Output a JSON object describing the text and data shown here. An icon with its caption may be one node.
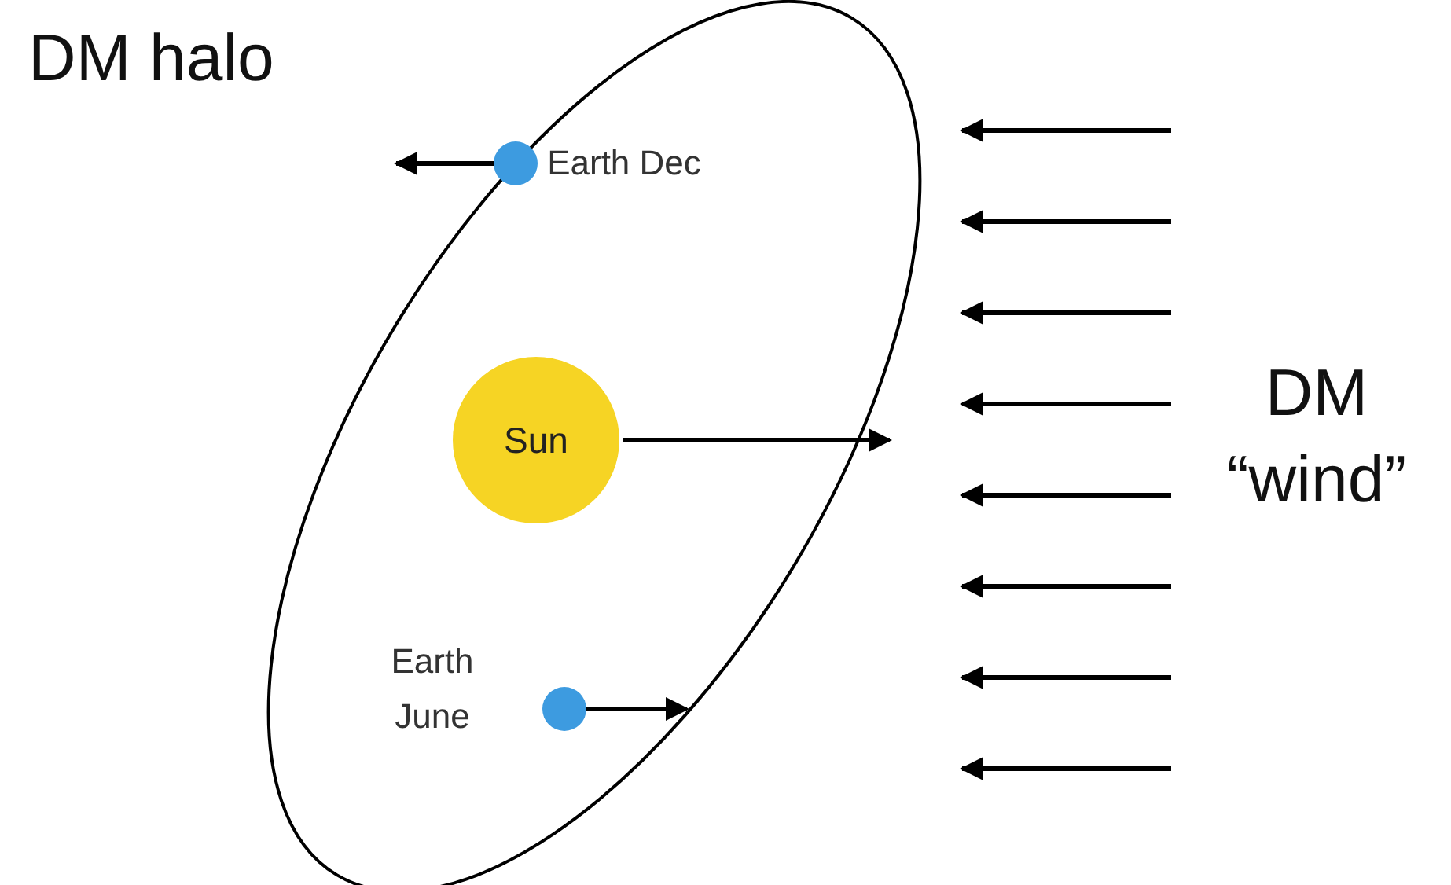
{
  "diagram": {
    "nodes": [
      {
        "text": [
          "Sun"
        ]
      },
      {
        "text": [],
        "shape": "circle",
        "beside": [
          "Earth Dec"
        ]
      },
      {
        "text": [],
        "shape": "circle",
        "beside": [
          "Earth June"
        ]
      }
    ],
    "labels": [
      "DM halo",
      "DM “wind”"
    ]
  }
}
